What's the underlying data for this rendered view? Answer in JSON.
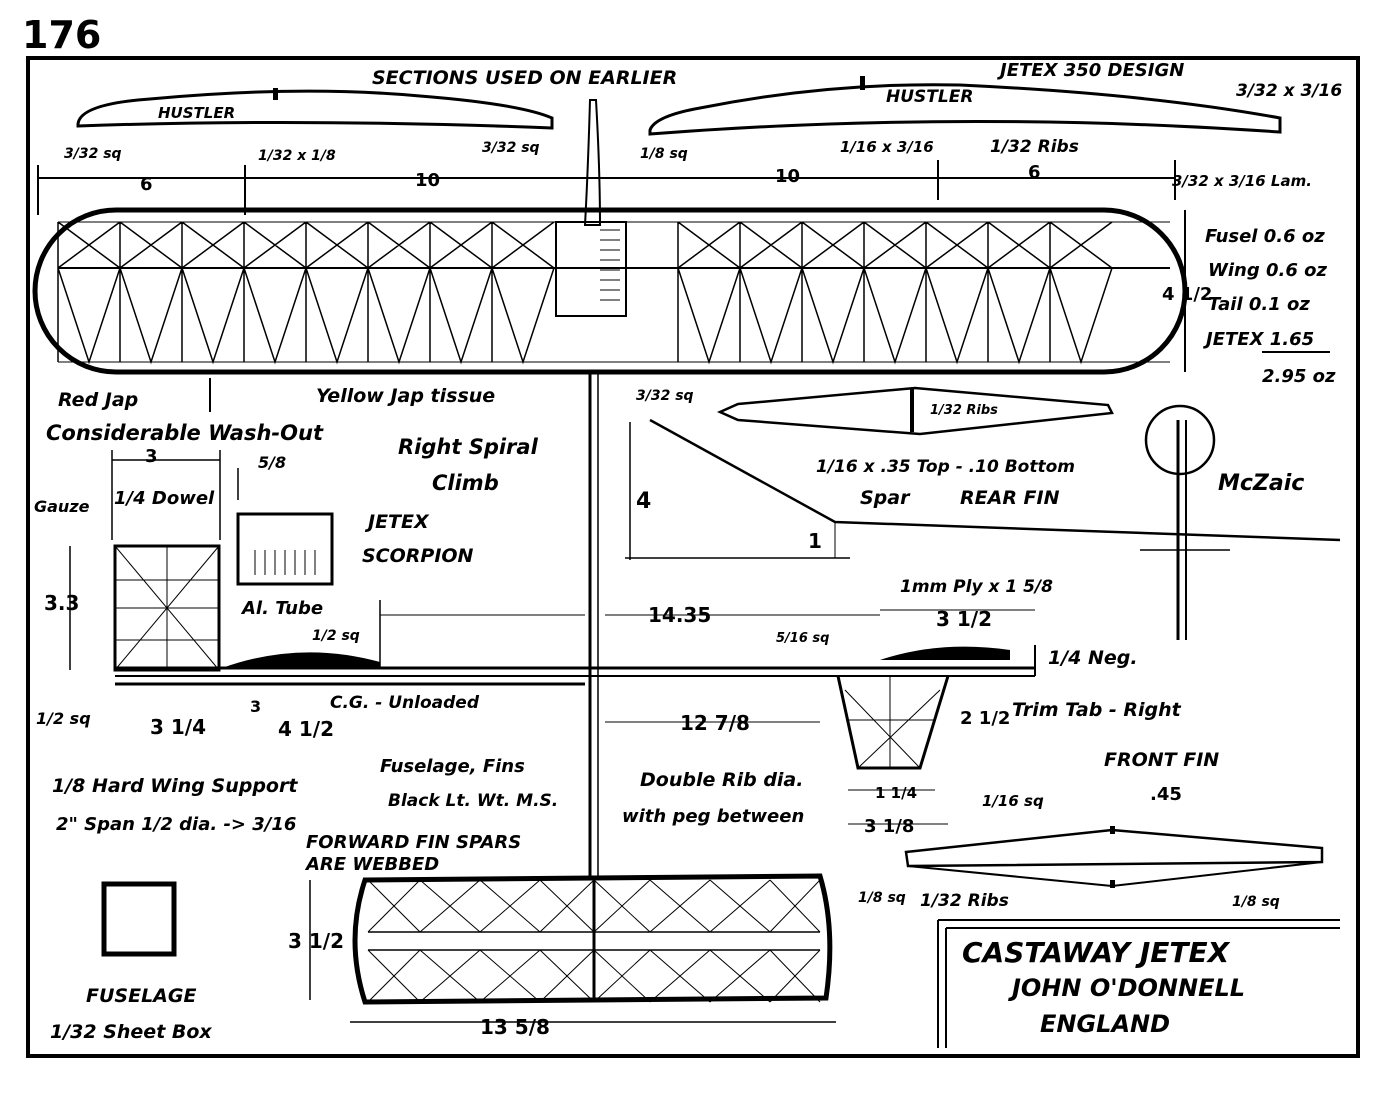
{
  "page_number": "176",
  "header": {
    "sections_note": "SECTIONS USED ON EARLIER",
    "design_note": "JETEX 350 DESIGN",
    "spar_3_32x3_16": "3/32 x 3/16"
  },
  "airfoils": {
    "left_name": "HUSTLER",
    "left_le": "3/32 sq",
    "left_spar": "1/32 x 1/8",
    "left_te": "3/32 sq",
    "right_name": "HUSTLER",
    "right_le": "1/8 sq",
    "right_spar": "1/16 x 3/16",
    "right_ribs": "1/32 Ribs"
  },
  "wing_dims": {
    "d1": "6",
    "d2": "10",
    "d3": "10",
    "d4": "6",
    "lam": "3/32 x 3/16 Lam.",
    "chord": "4 1/2"
  },
  "weights": {
    "fusel": "Fusel 0.6 oz",
    "wing": "Wing 0.6 oz",
    "tail": "Tail 0.1 oz",
    "jetex": "JETEX 1.65",
    "total": "2.95 oz"
  },
  "notes": {
    "red_jap": "Red Jap",
    "washout": "Considerable Wash-Out",
    "yellow_tissue": "Yellow Jap tissue",
    "spiral": "Right Spiral",
    "climb": "Climb",
    "gauze": "Gauze",
    "dowel": "1/4 Dowel",
    "dim3": "3",
    "dim5_8": "5/8",
    "jetex": "JETEX",
    "scorpion": "SCORPION",
    "dim3_3": "3.3",
    "al_tube": "Al. Tube",
    "half_sq": "1/2 sq",
    "half_sq2": "1/2 sq",
    "cg": "C.G. - Unloaded",
    "d3_1_4": "3 1/4",
    "d3b": "3",
    "d4_1_2": "4 1/2",
    "hard_wing": "1/8 Hard Wing Support",
    "span": "2\" Span 1/2 dia. -> 3/16",
    "fuselage_fins": "Fuselage, Fins",
    "black_lt": "Black Lt. Wt. M.S.",
    "double_rib": "Double Rib dia.",
    "with_peg": "with peg between",
    "fwd_fin": "FORWARD FIN SPARS",
    "webbed": "ARE WEBBED",
    "fuselage_lbl": "FUSELAGE",
    "sheet_box": "1/32 Sheet Box"
  },
  "tail": {
    "sq3_32": "3/32 sq",
    "ribs": "1/32 Ribs",
    "spar": "1/16 x .35 Top - .10 Bottom",
    "spar2": "Spar",
    "rear_fin": "REAR FIN",
    "h4": "4",
    "w1": "1",
    "signature": "McZaic"
  },
  "side": {
    "d14_35": "14.35",
    "imm_ply": "1mm Ply x 1 5/8",
    "d3_1_2": "3 1/2",
    "sq5_16": "5/16 sq",
    "neg": "1/4 Neg.",
    "d12_7_8": "12 7/8",
    "trim": "Trim Tab - Right",
    "d2_1_2": "2 1/2",
    "d1_1_4": "1 1/4",
    "d3_1_8": "3 1/8",
    "sq1_16": "1/16 sq"
  },
  "front_fin": {
    "title": "FRONT FIN",
    "value": ".45",
    "sq1_8a": "1/8 sq",
    "ribs": "1/32 Ribs",
    "sq1_8b": "1/8 sq"
  },
  "stab": {
    "h": "3 1/2",
    "w": "13 5/8"
  },
  "title_block": {
    "line1": "CASTAWAY JETEX",
    "line2": "JOHN O'DONNELL",
    "line3": "ENGLAND"
  }
}
